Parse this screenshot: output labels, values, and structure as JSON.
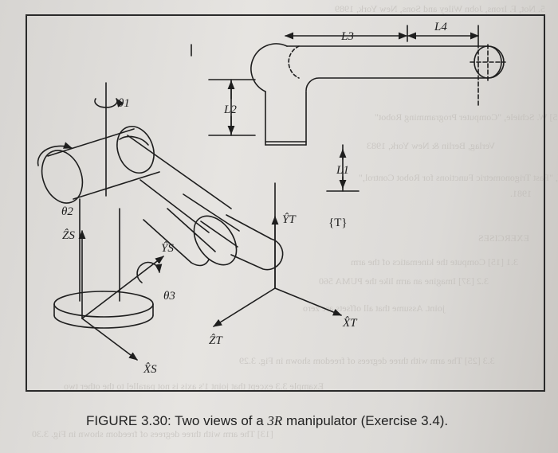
{
  "background_text": [
    "5. Not, F. Irons, Jobn Wiley and Sons, New York, 1989",
    "[5] W. Schiele, \"Computer Programming Robot\"",
    "Verlag, Berlin & New York, 1983",
    "[6] C. Ruoff, \"Fast Trigonometric Functions for Robot Control,\"",
    "1981.",
    "EXERCISES",
    "3.1 [15] Compute the kinematics of the arm",
    "3.2 [37] Imagine an arm like the PUMA 560",
    "joint. Assume that all offsets are zero",
    "3.3 [25] The arm with three degrees of freedom shown in Fig. 3.29",
    "Example 3.3 except that joint 1's axis is not parallel to the other two",
    "[13] The arm with three degrees of freedom shown in Fig. 3.30"
  ],
  "labels": {
    "L3": "L3",
    "L4": "L4",
    "L2": "L2",
    "L1": "L1",
    "theta1": "θ1",
    "theta2": "θ2",
    "theta3": "θ3",
    "ZS": "ẐS",
    "YS": "ŶS",
    "XS": "X̂S",
    "YT": "ŶT",
    "ZT": "ẐT",
    "XT": "X̂T",
    "T": "{T}"
  },
  "caption": {
    "prefix": "FIGURE 3.30:",
    "text": " Two views of a ",
    "italic": "3R",
    "suffix": " manipulator (Exercise 3.4)."
  }
}
